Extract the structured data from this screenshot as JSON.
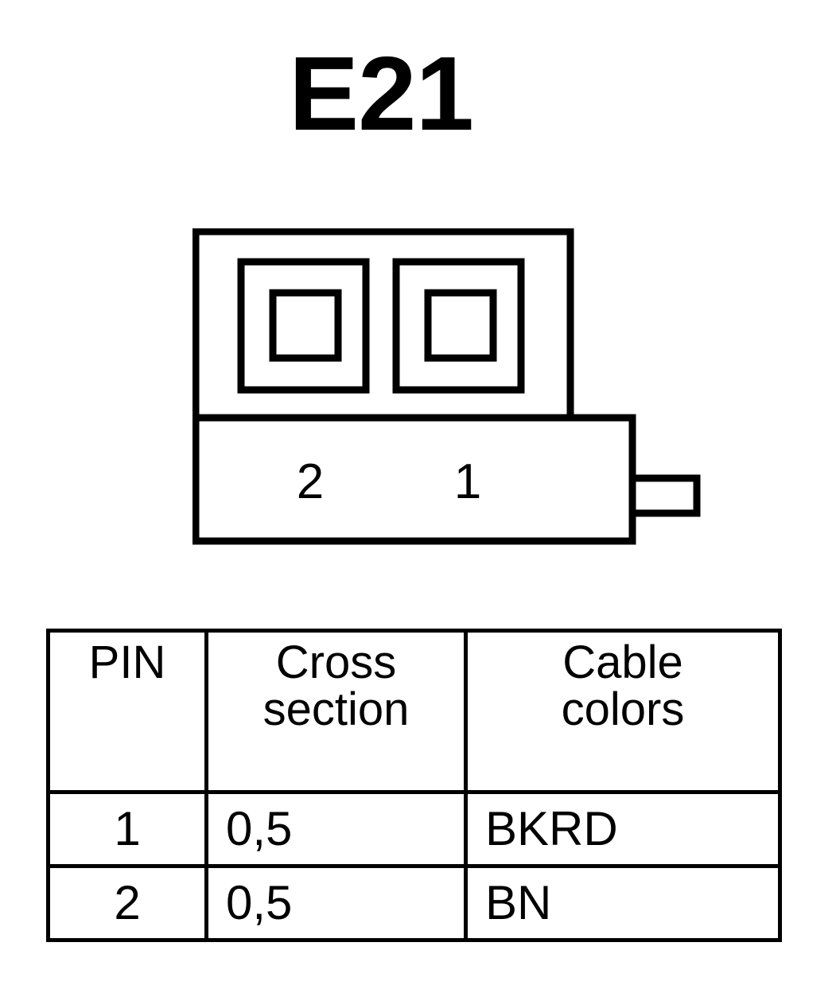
{
  "title": "E21",
  "connector": {
    "pin_labels": [
      "2",
      "1"
    ],
    "cavity_count": 2,
    "line_color": "#000000",
    "fill_color": "#ffffff"
  },
  "table": {
    "headers": [
      {
        "lines": [
          "PIN"
        ]
      },
      {
        "lines": [
          "Cross",
          "section"
        ]
      },
      {
        "lines": [
          "Cable",
          "colors"
        ]
      }
    ],
    "rows": [
      {
        "pin": "1",
        "cross_section": "0,5",
        "cable_colors": "BKRD"
      },
      {
        "pin": "2",
        "cross_section": "0,5",
        "cable_colors": "BN"
      }
    ]
  }
}
